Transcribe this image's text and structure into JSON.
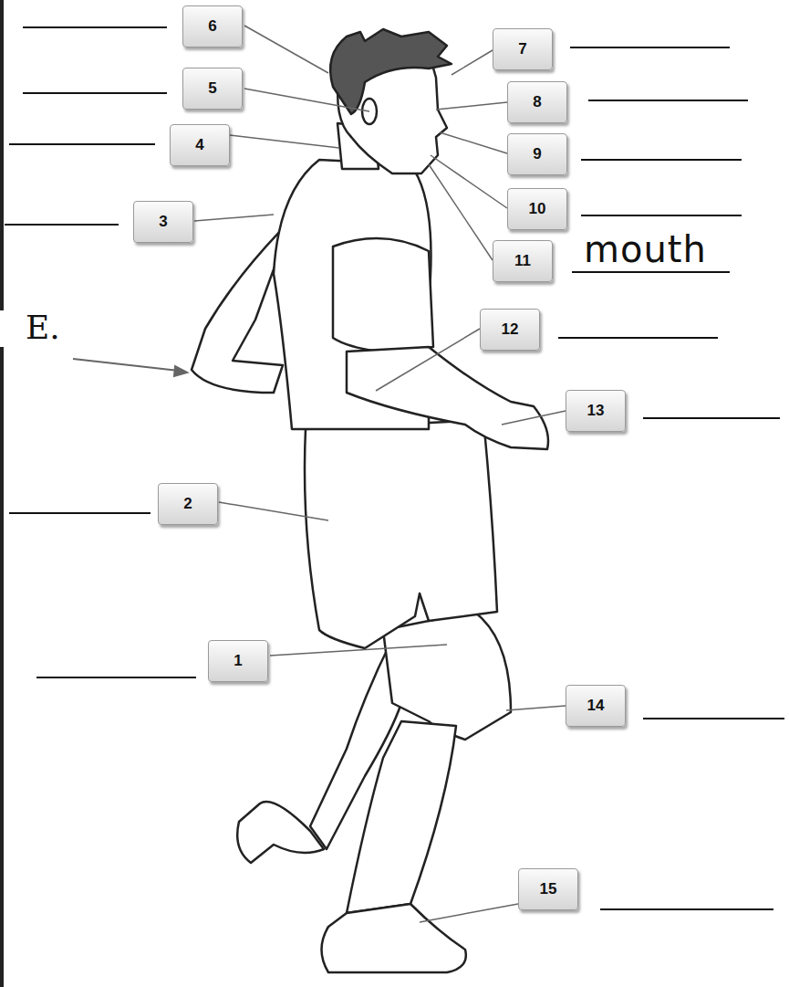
{
  "diagram": {
    "nodes": [
      {
        "text": [
          "6"
        ]
      },
      {
        "text": [
          "7"
        ]
      },
      {
        "text": [
          "5"
        ]
      },
      {
        "text": [
          "8"
        ]
      },
      {
        "text": [
          "4"
        ]
      },
      {
        "text": [
          "9"
        ]
      },
      {
        "text": [
          "3"
        ]
      },
      {
        "text": [
          "10"
        ]
      },
      {
        "text": [
          "11"
        ]
      },
      {
        "text": [
          "12"
        ]
      },
      {
        "text": [
          "13"
        ]
      },
      {
        "text": [
          "2"
        ]
      },
      {
        "text": [
          "1"
        ]
      },
      {
        "text": [
          "14"
        ]
      },
      {
        "text": [
          "15"
        ]
      }
    ],
    "labels": [
      "mouth",
      "E."
    ]
  }
}
